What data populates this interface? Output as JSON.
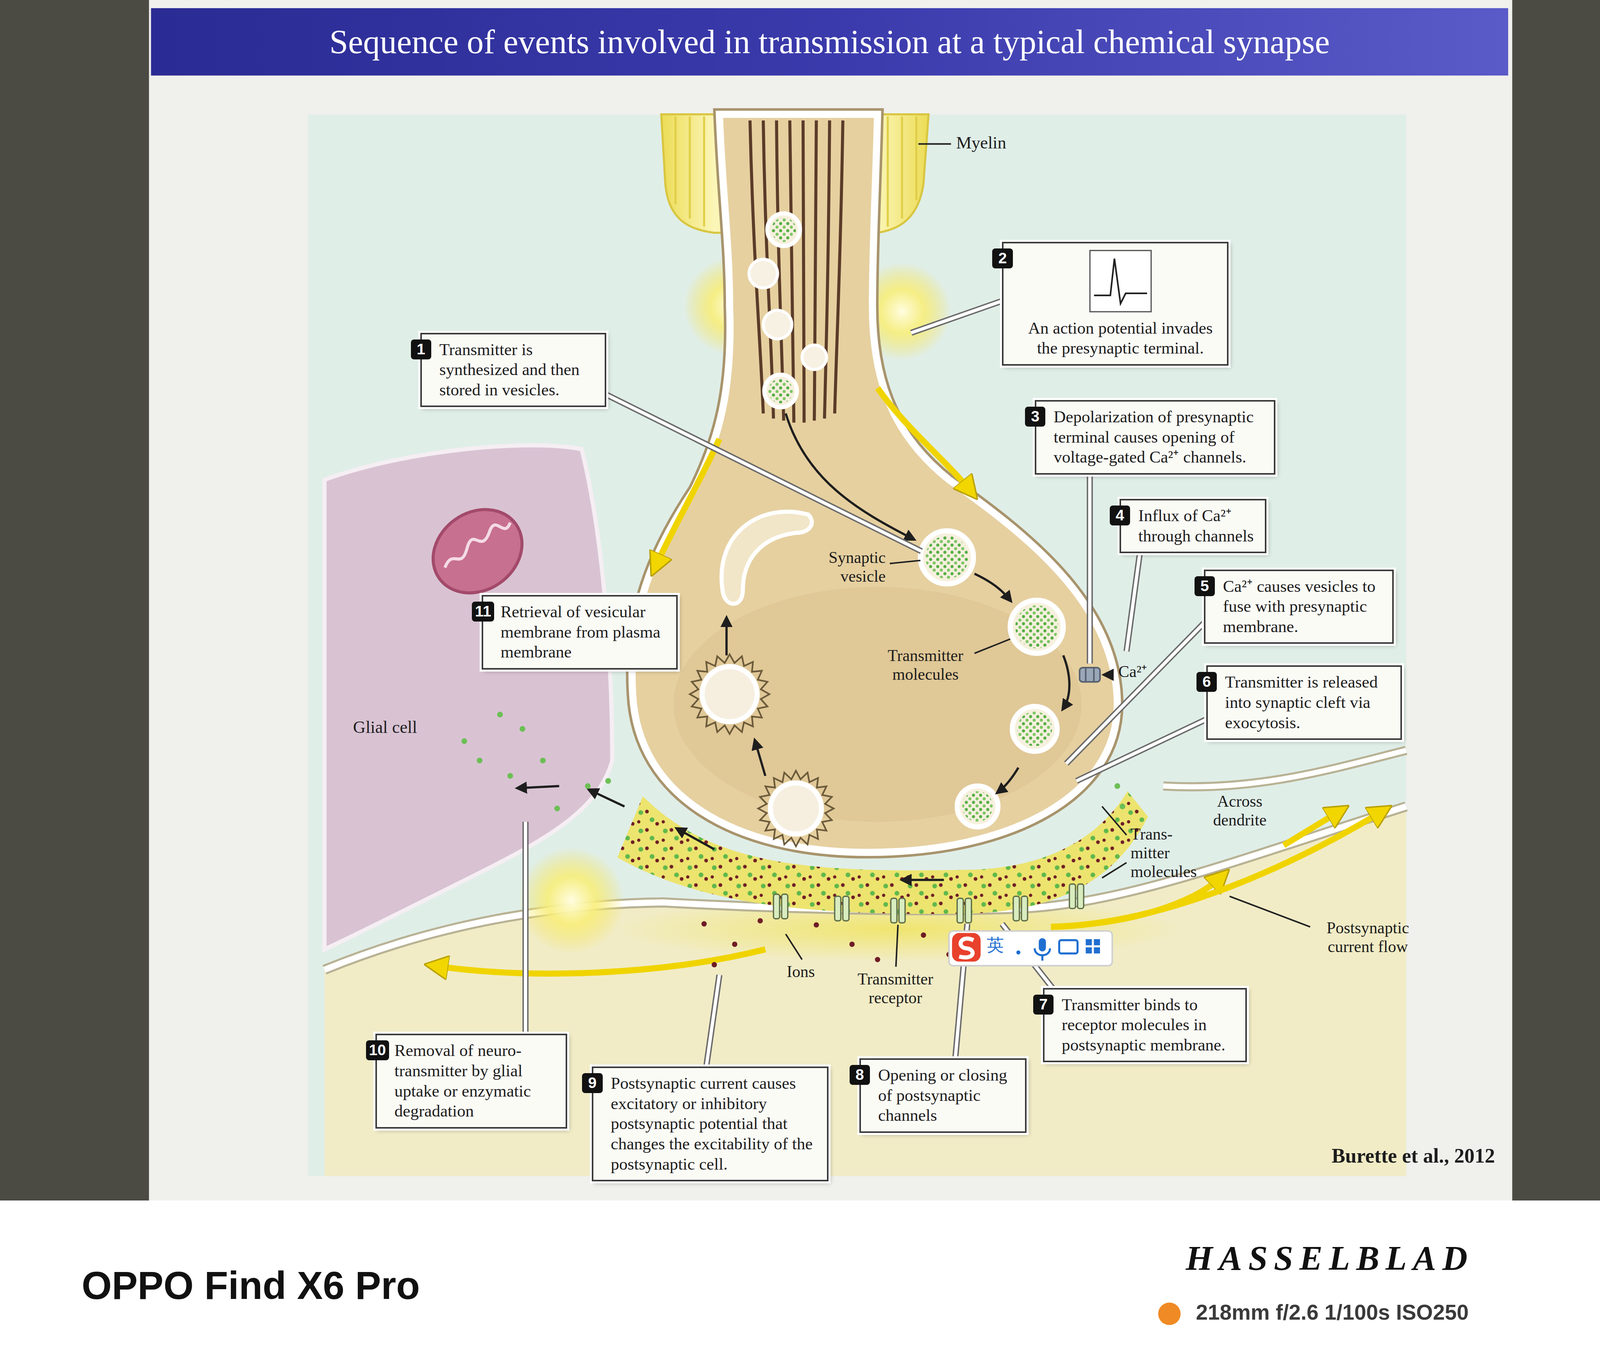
{
  "diagram": {
    "title": "Sequence of events involved in transmission at a typical chemical synapse",
    "nodes": [
      {
        "text": [
          "1",
          "Transmitter is synthesized and then stored in vesicles."
        ]
      },
      {
        "text": [
          "2",
          "An action potential invades the presynaptic terminal."
        ]
      },
      {
        "text": [
          "3",
          "Depolarization of presynaptic terminal causes opening of voltage-gated Ca²⁺ channels."
        ]
      },
      {
        "text": [
          "4",
          "Influx of Ca²⁺ through channels"
        ]
      },
      {
        "text": [
          "5",
          "Ca²⁺ causes vesicles to fuse with presynaptic membrane."
        ]
      },
      {
        "text": [
          "6",
          "Transmitter is released into synaptic cleft via exocytosis."
        ]
      },
      {
        "text": [
          "7",
          "Transmitter binds to receptor molecules in postsynaptic membrane."
        ]
      },
      {
        "text": [
          "8",
          "Opening or closing of postsynaptic channels"
        ]
      },
      {
        "text": [
          "9",
          "Postsynaptic current causes excitatory or inhibitory postsynaptic potential that changes the excitability of the postsynaptic cell."
        ]
      },
      {
        "text": [
          "10",
          "Removal of neuro- transmitter by glial uptake or enzymatic degradation"
        ]
      },
      {
        "text": [
          "11",
          "Retrieval of vesicular membrane from plasma membrane"
        ]
      }
    ],
    "labels": [
      "Myelin",
      "Synaptic vesicle",
      "Transmitter molecules",
      "Ca²⁺",
      "Glial cell",
      "Across dendrite",
      "Trans- mitter molecules",
      "Ions",
      "Transmitter receptor",
      "Postsynaptic current flow",
      "英",
      "Burette et al., 2012",
      "OPPO Find X6 Pro",
      "HASSELBLAD",
      "218mm f/2.6 1/100s ISO250"
    ]
  }
}
